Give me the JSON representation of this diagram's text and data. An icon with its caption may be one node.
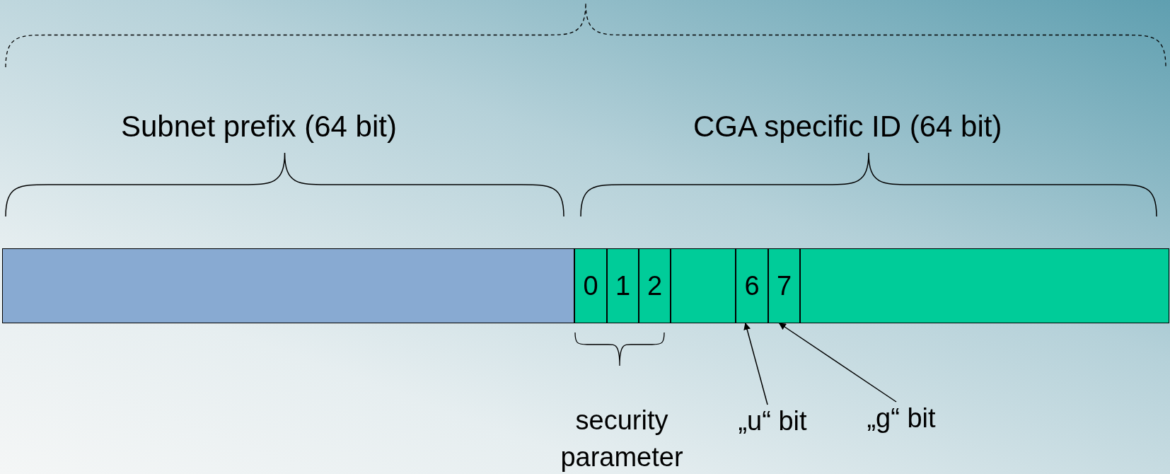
{
  "diagram": {
    "nodes": [
      {
        "text": [],
        "shape": "box"
      },
      {
        "text": [
          "0"
        ]
      },
      {
        "text": [
          "1"
        ]
      },
      {
        "text": [
          "2"
        ]
      },
      {
        "text": [],
        "shape": "box"
      },
      {
        "text": [
          "6"
        ]
      },
      {
        "text": [
          "7"
        ]
      },
      {
        "text": [],
        "shape": "box"
      },
      {
        "text": [
          "„u“ bit"
        ]
      },
      {
        "text": [
          "„g“ bit"
        ]
      }
    ],
    "edges": [
      {
        "from": 8,
        "to": 5,
        "arrow": "to"
      },
      {
        "from": 9,
        "to": 6,
        "arrow": "to"
      }
    ],
    "labels": [
      "Subnet prefix (64 bit)",
      "CGA specific ID (64 bit)",
      "security parameter"
    ]
  }
}
